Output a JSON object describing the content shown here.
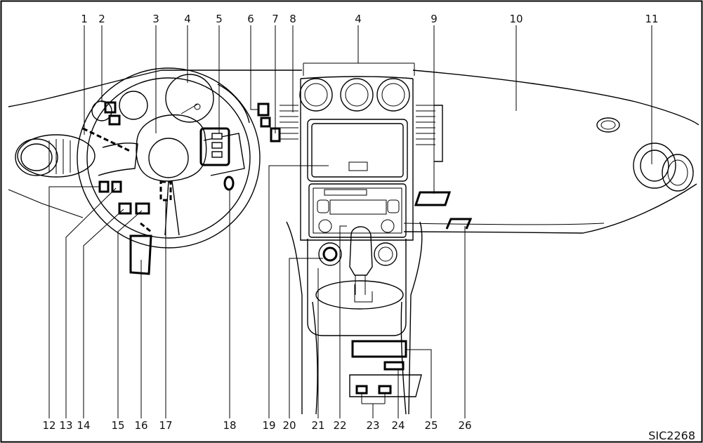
{
  "figure": {
    "code": "SIC2268",
    "callouts": [
      "1",
      "2",
      "3",
      "4",
      "5",
      "6",
      "7",
      "8",
      "4",
      "9",
      "10",
      "11",
      "12",
      "13",
      "14",
      "15",
      "16",
      "17",
      "18",
      "19",
      "20",
      "21",
      "22",
      "23",
      "24",
      "25",
      "26"
    ]
  }
}
